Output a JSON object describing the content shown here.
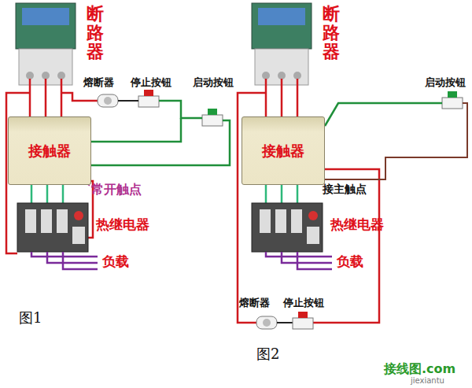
{
  "diagram": {
    "nodes": [
      {
        "text": [
          "接触器"
        ]
      },
      {
        "text": [
          "接触器"
        ]
      }
    ],
    "labels": [
      "断路器",
      "熔断器",
      "停止按钮",
      "启动按钮",
      "常开触点",
      "热继电器",
      "负载",
      "图1",
      "断路器",
      "启动按钮",
      "接主触点",
      "热继电器",
      "负载",
      "熔断器",
      "停止按钮",
      "图2",
      "接线图.com",
      "jiexiantu"
    ]
  }
}
